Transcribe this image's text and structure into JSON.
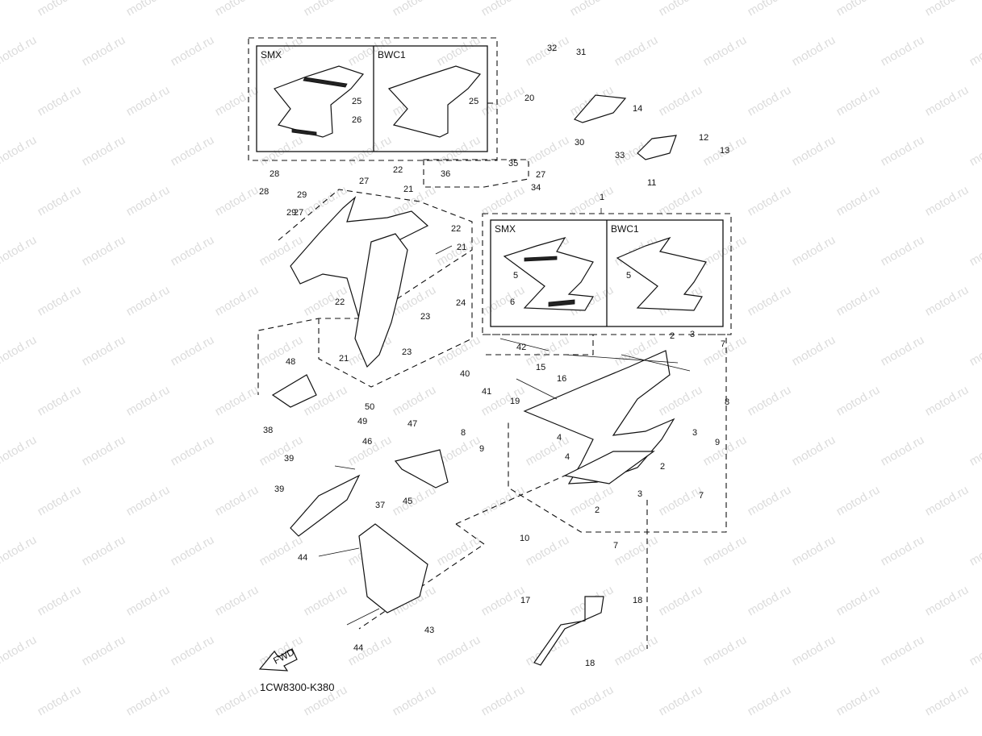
{
  "diagram_code": "1CW8300-K380",
  "watermark": "motod.ru",
  "arrow_label": "FWD",
  "inset_top": {
    "left_title": "SMX",
    "right_title": "BWC1"
  },
  "inset_mid": {
    "left_title": "SMX",
    "right_title": "BWC1"
  },
  "callouts": [
    "1",
    "2",
    "2",
    "2",
    "3",
    "3",
    "3",
    "4",
    "4",
    "5",
    "5",
    "6",
    "7",
    "7",
    "7",
    "8",
    "8",
    "9",
    "9",
    "10",
    "11",
    "12",
    "13",
    "14",
    "15",
    "16",
    "17",
    "18",
    "18",
    "19",
    "20",
    "21",
    "21",
    "21",
    "22",
    "22",
    "22",
    "23",
    "23",
    "24",
    "25",
    "25",
    "26",
    "27",
    "27",
    "27",
    "28",
    "28",
    "29",
    "29",
    "30",
    "31",
    "32",
    "33",
    "34",
    "35",
    "36",
    "37",
    "38",
    "39",
    "39",
    "40",
    "41",
    "42",
    "43",
    "44",
    "44",
    "45",
    "46",
    "47",
    "48",
    "49",
    "50"
  ],
  "colors": {
    "ink": "#111111",
    "watermark": "#dcdcdc",
    "background": "#ffffff"
  }
}
